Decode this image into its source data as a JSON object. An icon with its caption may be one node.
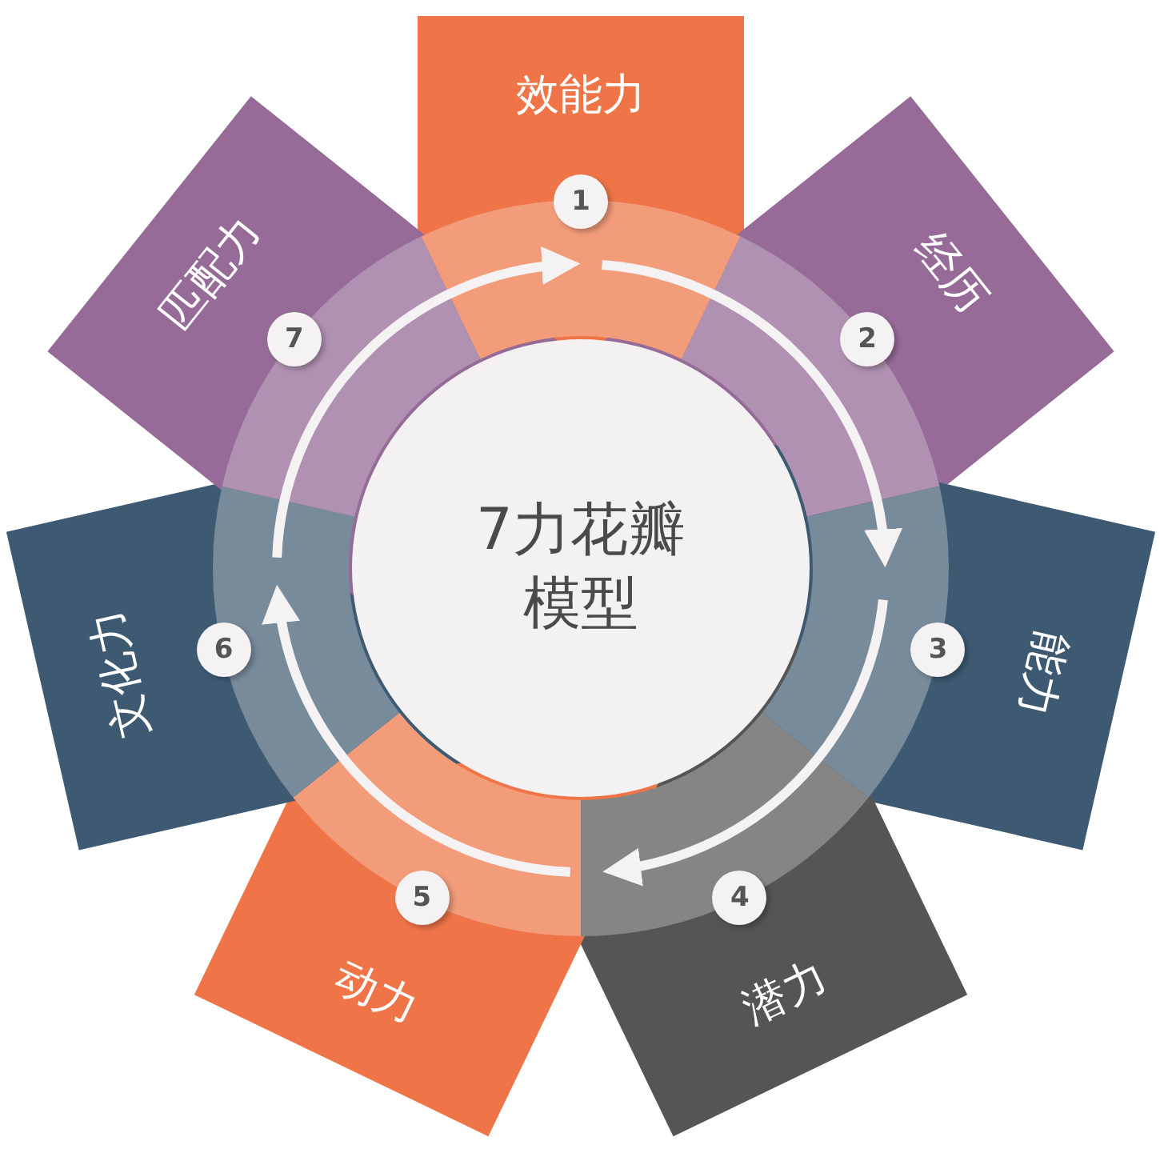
{
  "diagram": {
    "nodes": [
      {
        "text": [
          "效能力"
        ]
      },
      {
        "text": [
          "经历"
        ]
      },
      {
        "text": [
          "能力"
        ]
      },
      {
        "text": [
          "潜力"
        ]
      },
      {
        "text": [
          "动力"
        ]
      },
      {
        "text": [
          "文化力"
        ]
      },
      {
        "text": [
          "匹配力"
        ]
      },
      {
        "text": [
          "7力花瓣模型"
        ]
      },
      {
        "text": [
          "1"
        ]
      },
      {
        "text": [
          "2"
        ]
      },
      {
        "text": [
          "3"
        ]
      },
      {
        "text": [
          "4"
        ]
      },
      {
        "text": [
          "5"
        ]
      },
      {
        "text": [
          "6"
        ]
      },
      {
        "text": [
          "7"
        ]
      }
    ],
    "edges": []
  }
}
